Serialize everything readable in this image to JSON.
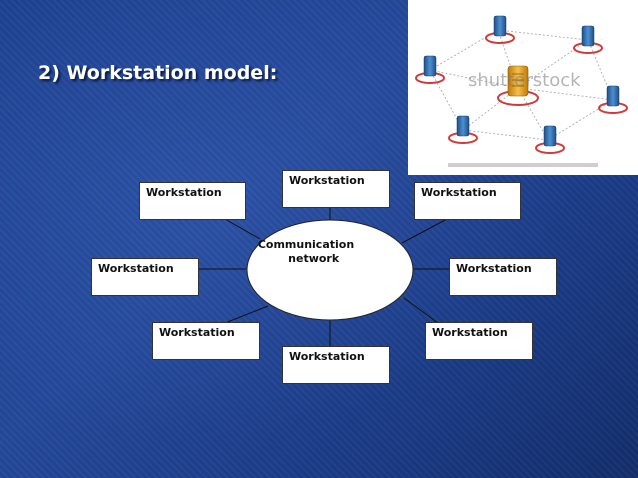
{
  "slide": {
    "title": "2) Workstation model:"
  },
  "diagram": {
    "center": "Communication\n    network",
    "workstations": [
      "Workstation",
      "Workstation",
      "Workstation",
      "Workstation",
      "Workstation",
      "Workstation",
      "Workstation",
      "Workstation"
    ]
  },
  "photo": {
    "watermark": "shutterstock"
  },
  "colors": {
    "background": "#1d4191",
    "gold_server": "#e8a21c",
    "blue_server": "#2a6db0",
    "ring": "#d23a3a"
  }
}
